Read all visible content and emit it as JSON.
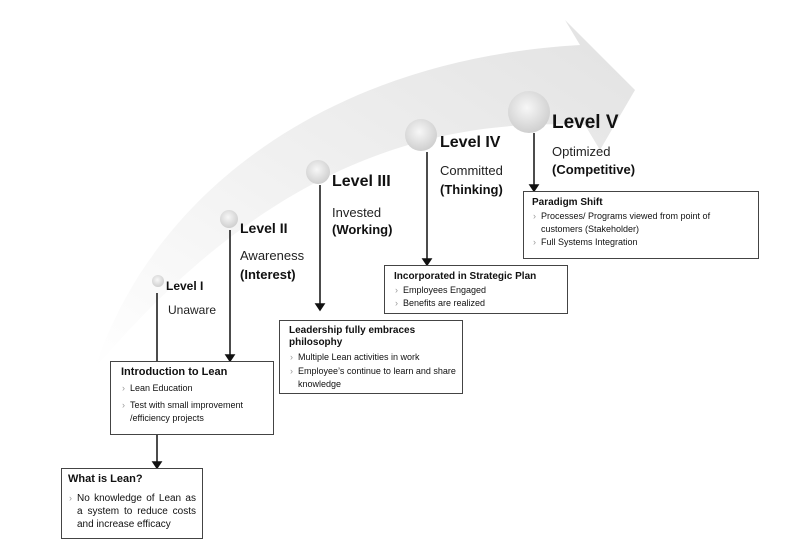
{
  "levels": [
    {
      "name": "Level I",
      "state": "Unaware",
      "focus": ""
    },
    {
      "name": "Level II",
      "state": "Awareness",
      "focus": "(Interest)"
    },
    {
      "name": "Level III",
      "state": "Invested",
      "focus": "(Working)"
    },
    {
      "name": "Level IV",
      "state": "Committed",
      "focus": "(Thinking)"
    },
    {
      "name": "Level V",
      "state": "Optimized",
      "focus": "(Competitive)"
    }
  ],
  "boxes": [
    {
      "title": "What is Lean?",
      "items": [
        "No knowledge of Lean as a system to reduce costs and increase efficacy"
      ]
    },
    {
      "title": "Introduction to Lean",
      "items": [
        "Lean Education",
        "Test with small improvement /efficiency projects"
      ]
    },
    {
      "title": "Leadership fully embraces philosophy",
      "items": [
        "Multiple Lean activities in work",
        "Employee’s continue to learn and share knowledge"
      ]
    },
    {
      "title": "Incorporated in Strategic Plan",
      "items": [
        "Employees Engaged",
        "Benefits are realized"
      ]
    },
    {
      "title": "Paradigm Shift",
      "items": [
        "Processes/ Programs viewed from point of customers (Stakeholder)",
        "Full Systems Integration"
      ]
    }
  ]
}
